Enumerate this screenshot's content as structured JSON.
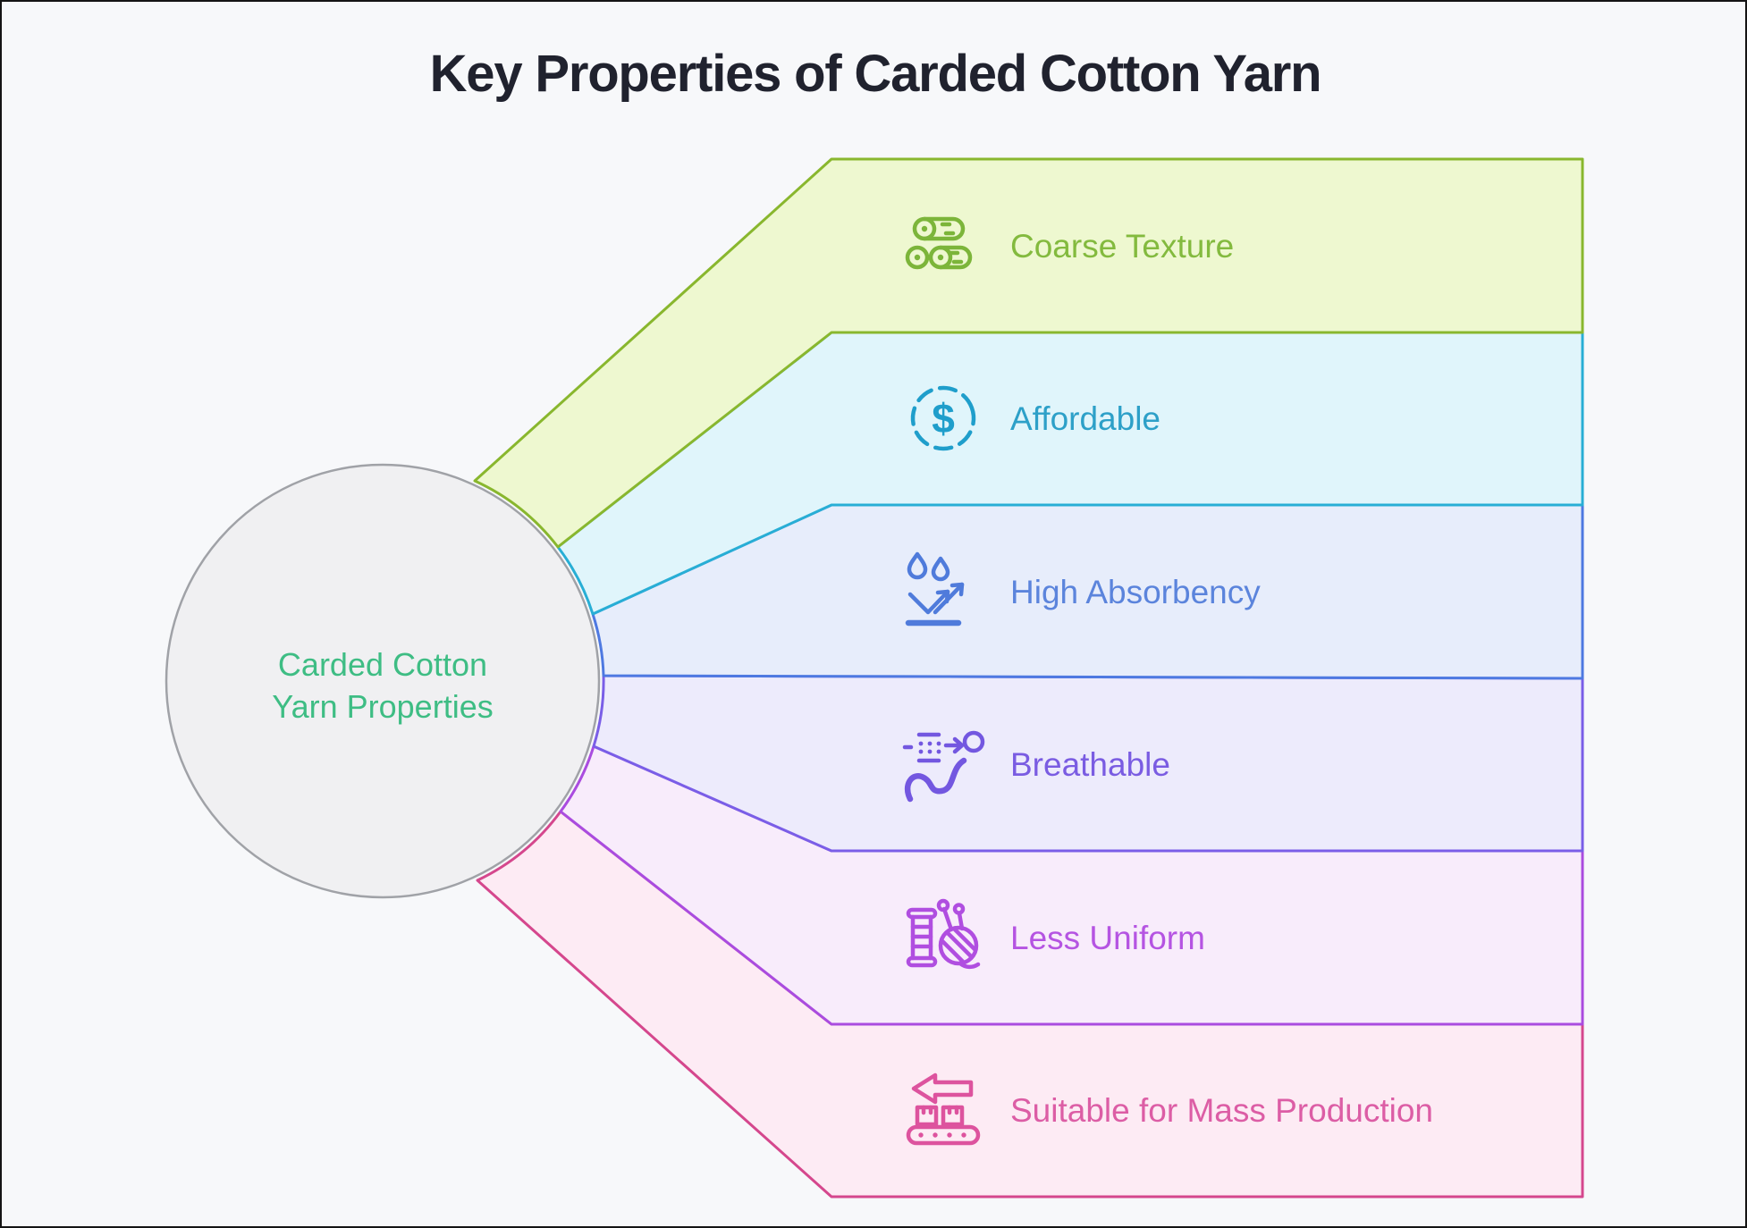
{
  "title": "Key Properties of Carded Cotton Yarn",
  "title_color": "#20222e",
  "background_color": "#f7f8fa",
  "center": {
    "label_line1": "Carded Cotton",
    "label_line2": "Yarn Properties",
    "fill": "#f0f0f2",
    "border_color": "#a0a2a7",
    "text_color": "#3ebd84"
  },
  "bands": [
    {
      "label": "Coarse Texture",
      "icon": "fabric-rolls-icon",
      "fill": "#eef8d0",
      "border_color": "#89b72e",
      "text_color": "#83ba3e",
      "icon_color": "#7cb53a"
    },
    {
      "label": "Affordable",
      "icon": "dollar-coin-icon",
      "icon_glyph": "$",
      "fill": "#e0f5fb",
      "border_color": "#28aed5",
      "text_color": "#2da0c8",
      "icon_color": "#1f9ecb"
    },
    {
      "label": "High Absorbency",
      "icon": "water-drops-arrow-icon",
      "fill": "#e7edfb",
      "border_color": "#4e79e1",
      "text_color": "#5b84dc",
      "icon_color": "#4f7bdb"
    },
    {
      "label": "Breathable",
      "icon": "airflow-icon",
      "fill": "#edebfc",
      "border_color": "#7a5ee7",
      "text_color": "#7a5ce2",
      "icon_color": "#7357e0"
    },
    {
      "label": "Less Uniform",
      "icon": "yarn-spool-icon",
      "fill": "#f8ecfb",
      "border_color": "#aa4cdf",
      "text_color": "#b554e2",
      "icon_color": "#b04ee0"
    },
    {
      "label": "Suitable for Mass Production",
      "icon": "conveyor-belt-icon",
      "fill": "#fdebf4",
      "border_color": "#d5478d",
      "text_color": "#dc5da5",
      "icon_color": "#dd539e"
    }
  ]
}
